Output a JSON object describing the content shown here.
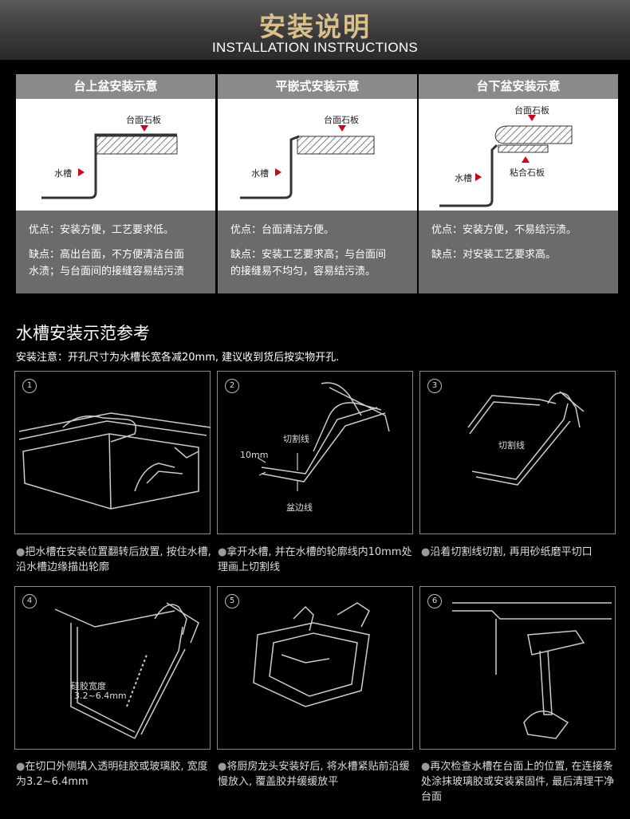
{
  "header": {
    "title_cn": "安装说明",
    "title_en": "INSTALLATION INSTRUCTIONS"
  },
  "cards": [
    {
      "title": "台上盆安装示意",
      "labels": {
        "counter": "台面石板",
        "sink": "水槽"
      },
      "pros": "优点：安装方便，工艺要求低。",
      "cons_line1": "缺点：高出台面，不方便清洁台面",
      "cons_line2": "水渍；与台面间的接缝容易结污渍"
    },
    {
      "title": "平嵌式安装示意",
      "labels": {
        "counter": "台面石板",
        "sink": "水槽"
      },
      "pros": "优点：台面清洁方便。",
      "cons_line1": "缺点：安装工艺要求高；与台面间",
      "cons_line2": "的接缝易不均匀，容易结污渍。"
    },
    {
      "title": "台下盆安装示意",
      "labels": {
        "counter": "台面石板",
        "sink": "水槽",
        "bond": "粘合石板"
      },
      "pros": "优点：安装方便，不易结污渍。",
      "cons_line1": "缺点：对安装工艺要求高。",
      "cons_line2": ""
    }
  ],
  "section": {
    "title": "水槽安装示范参考",
    "note": "安装注意：开孔尺寸为水槽长宽各减20mm, 建议收到货后按实物开孔."
  },
  "steps": [
    {
      "num": "1",
      "caption": "把水槽在安装位置翻转后放置, 按住水槽, 沿水槽边缘描出轮廓"
    },
    {
      "num": "2",
      "caption": "拿开水槽, 并在水槽的轮廓线内10mm处理画上切割线",
      "labels": {
        "cut": "切割线",
        "dist": "10mm",
        "edge": "盆边线"
      }
    },
    {
      "num": "3",
      "caption": "沿着切割线切割, 再用砂纸磨平切口",
      "labels": {
        "cut": "切割线"
      }
    },
    {
      "num": "4",
      "caption": "在切口外侧填入透明硅胶或玻璃胶, 宽度为3.2~6.4mm",
      "labels": {
        "glue1": "硅胶宽度",
        "glue2": "3.2~6.4mm"
      }
    },
    {
      "num": "5",
      "caption": "将厨房龙头安装好后, 将水槽紧贴前沿缓慢放入, 覆盖胶并缓缓放平"
    },
    {
      "num": "6",
      "caption": "再次检查水槽在台面上的位置, 在连接条处涂抹玻璃胶或安装紧固件, 最后清理干净台面"
    }
  ],
  "bullet": "●",
  "colors": {
    "title_gold": "#d9c08a",
    "card_head": "#8a8a8a",
    "card_body": "#6b6b6b",
    "arrow_red": "#d0021b"
  }
}
